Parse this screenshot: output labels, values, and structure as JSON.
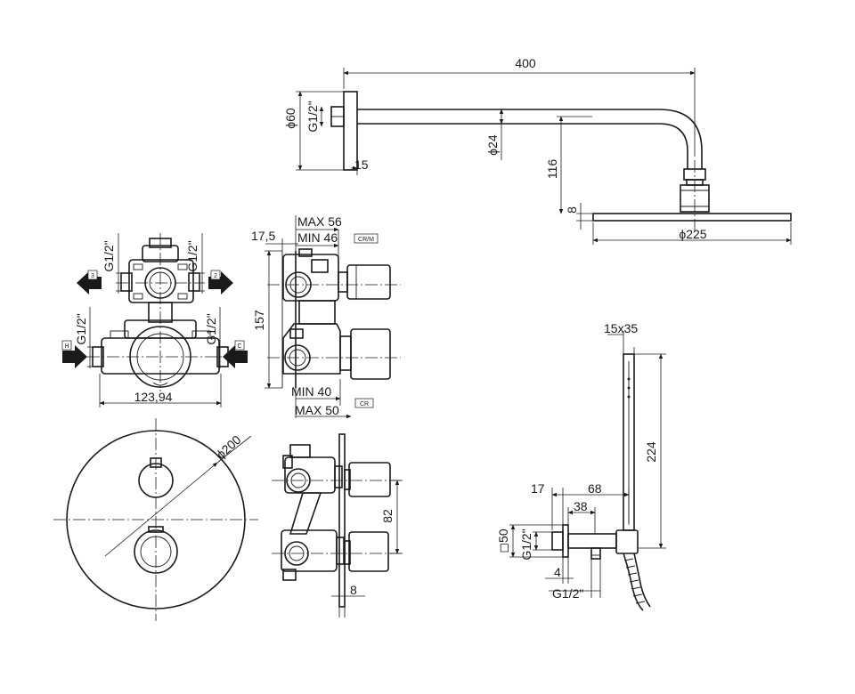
{
  "shower_arm": {
    "length": "400",
    "flange_dia": "ϕ60",
    "thread": "G1/2\"",
    "tube_dia": "ϕ24",
    "flange_depth": "15",
    "drop": "116",
    "head_thickness": "8",
    "head_dia": "ϕ225"
  },
  "valve_front": {
    "thread_top_left": "G1/2\"",
    "thread_top_right": "G1/2\"",
    "thread_bottom_left": "G1/2\"",
    "thread_bottom_right": "G1/2\"",
    "width": "123,94",
    "port_3": "3",
    "port_2": "2",
    "port_hot": "H",
    "port_cold": "C"
  },
  "valve_side": {
    "offset": "17,5",
    "max_top": "MAX 56",
    "min_top": "MIN 46",
    "tag_top": "CR/M",
    "height": "157",
    "min_bottom": "MIN 40",
    "max_bottom": "MAX 50",
    "tag_bottom": "CR"
  },
  "cover_plate": {
    "diameter": "ϕ200"
  },
  "installed_side": {
    "spacing": "82",
    "plate": "8"
  },
  "hand_shower": {
    "handle_size": "15x35",
    "length": "224",
    "offset_17": "17",
    "offset_68": "68",
    "offset_38": "38",
    "outlet_square": "◻50",
    "thread": "G1/2\"",
    "gap_4": "4",
    "thread_bottom": "G1/2\""
  }
}
